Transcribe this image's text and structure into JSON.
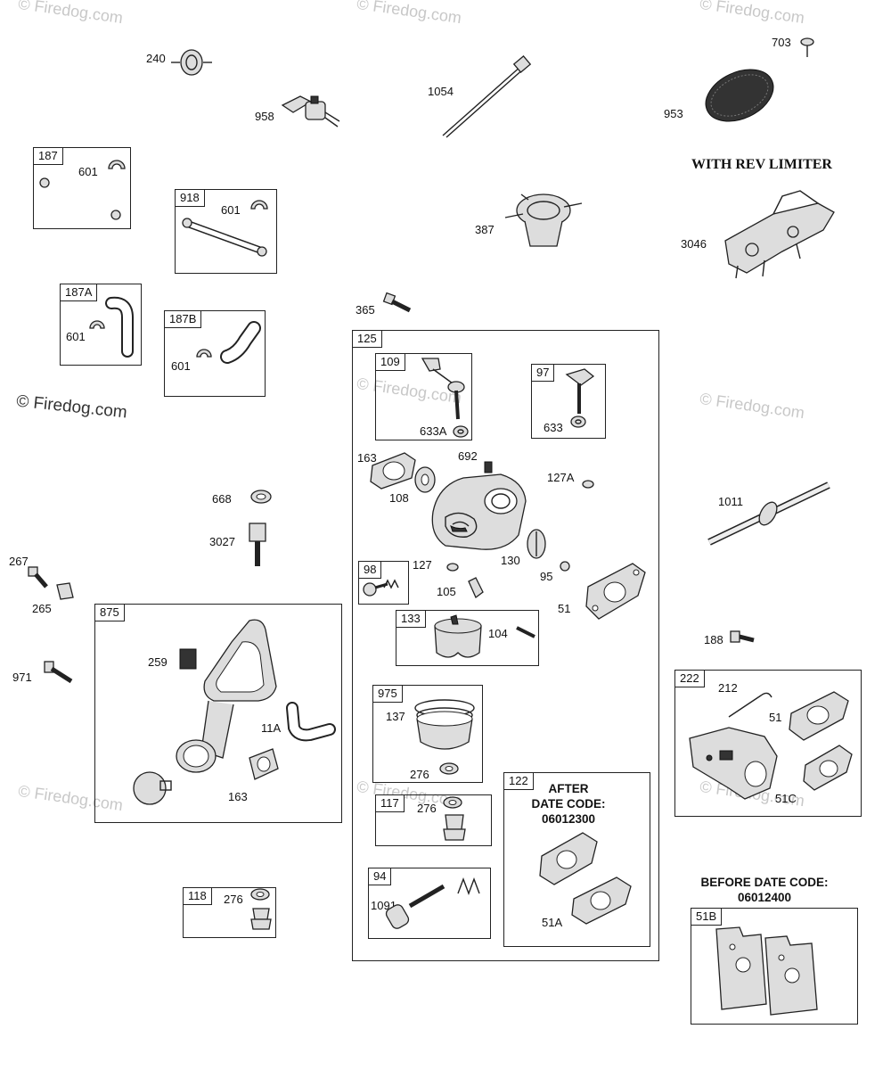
{
  "watermarks": {
    "small": "© Firedog.com",
    "large": "© Firedog.com"
  },
  "headings": {
    "rev_limiter": "WITH REV LIMITER",
    "after_date": "AFTER\nDATE CODE:\n06012300",
    "before_date": "BEFORE DATE CODE:\n06012400"
  },
  "boxes": {
    "b187": "187",
    "b918": "918",
    "b187A": "187A",
    "b187B": "187B",
    "b125": "125",
    "b109": "109",
    "b97": "97",
    "b98": "98",
    "b133": "133",
    "b975": "975",
    "b117": "117",
    "b94": "94",
    "b122": "122",
    "b875": "875",
    "b118": "118",
    "b222": "222",
    "b51B": "51B"
  },
  "labels": {
    "p240": "240",
    "p958": "958",
    "p1054": "1054",
    "p703": "703",
    "p953": "953",
    "p601a": "601",
    "p601b": "601",
    "p601c": "601",
    "p601d": "601",
    "p387": "387",
    "p3046": "3046",
    "p365": "365",
    "p633A": "633A",
    "p633": "633",
    "p163a": "163",
    "p108": "108",
    "p692": "692",
    "p127A": "127A",
    "p130": "130",
    "p127": "127",
    "p105": "105",
    "p95": "95",
    "p51a": "51",
    "p104": "104",
    "p137": "137",
    "p276a": "276",
    "p276b": "276",
    "p276c": "276",
    "p1091": "1091",
    "p51A": "51A",
    "p668": "668",
    "p3027": "3027",
    "p267": "267",
    "p265": "265",
    "p971": "971",
    "p259": "259",
    "p11A": "11A",
    "p163b": "163",
    "p1011": "1011",
    "p188": "188",
    "p212": "212",
    "p51b": "51",
    "p51C": "51C"
  }
}
